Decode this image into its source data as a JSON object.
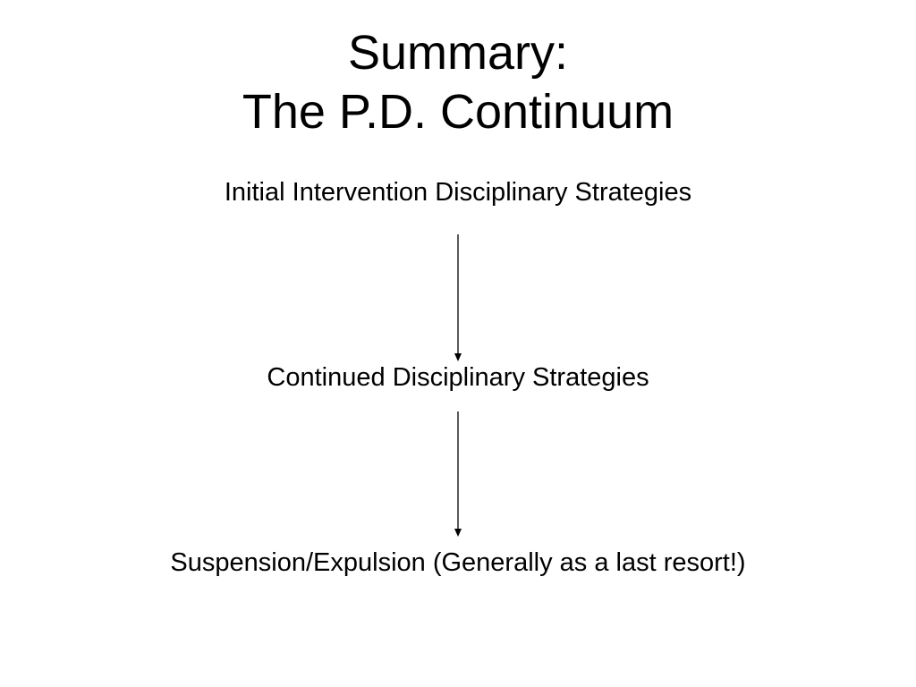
{
  "title": {
    "line1": "Summary:",
    "line2": "The P.D. Continuum"
  },
  "steps": [
    {
      "label": "Initial Intervention Disciplinary Strategies"
    },
    {
      "label": "Continued Disciplinary Strategies"
    },
    {
      "label": "Suspension/Expulsion (Generally as a last resort!)"
    }
  ],
  "colors": {
    "text": "#000000",
    "background": "#ffffff",
    "arrow": "#000000"
  }
}
